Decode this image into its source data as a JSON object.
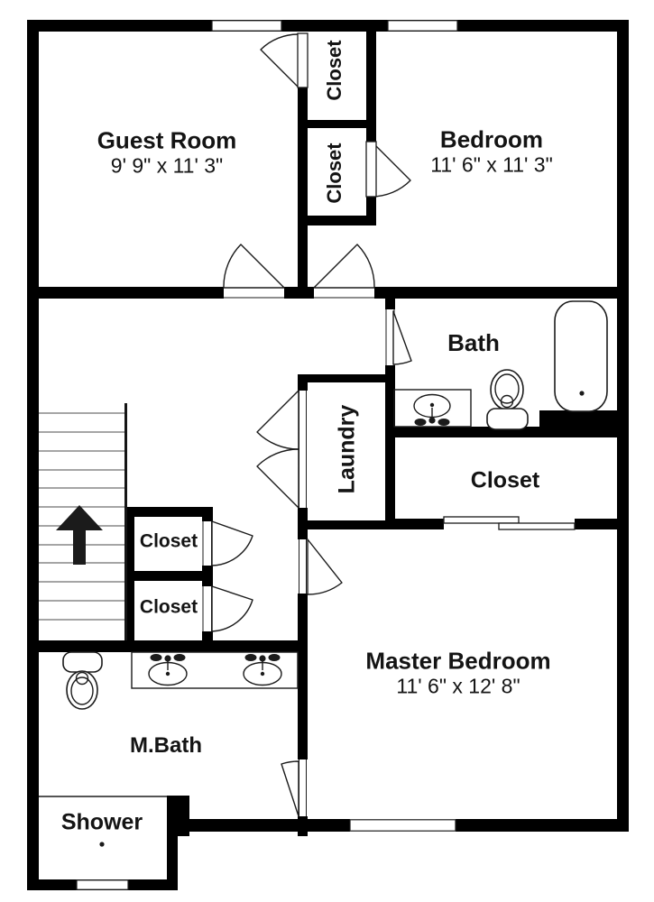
{
  "colors": {
    "bg": "#ffffff",
    "wall": "#000000",
    "line": "#1b1b1b",
    "stair": "#6f6f6f"
  },
  "rooms": {
    "guest": {
      "label": "Guest Room",
      "dims": "9' 9\" x 11' 3\""
    },
    "bedroom": {
      "label": "Bedroom",
      "dims": "11' 6\" x 11' 3\""
    },
    "master": {
      "label": "Master Bedroom",
      "dims": "11' 6\" x 12' 8\""
    },
    "bath": {
      "label": "Bath"
    },
    "mbath": {
      "label": "M.Bath"
    },
    "laundry": {
      "label": "Laundry"
    },
    "shower": {
      "label": "Shower"
    },
    "closet_guest": {
      "label": "Closet"
    },
    "closet_bedroom": {
      "label": "Closet"
    },
    "closet_master": {
      "label": "Closet"
    },
    "closet_hall_upper": {
      "label": "Closet"
    },
    "closet_hall_lower": {
      "label": "Closet"
    }
  }
}
